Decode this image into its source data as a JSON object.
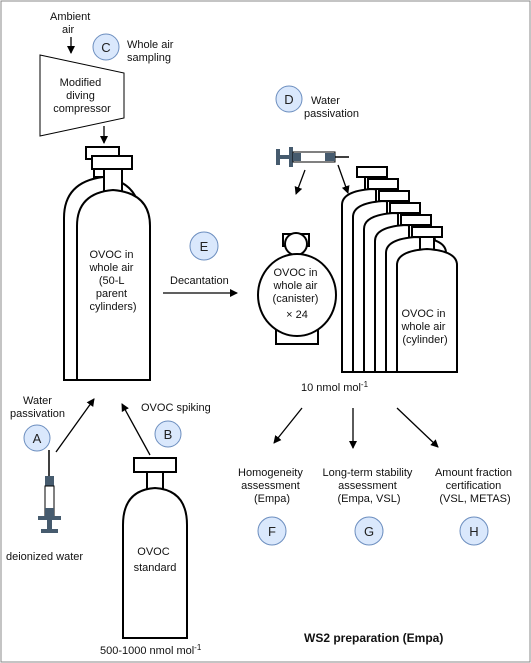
{
  "labels": {
    "ambient_air": [
      "Ambient",
      "air"
    ],
    "whole_air_sampling": [
      "Whole air",
      "sampling"
    ],
    "compressor": [
      "Modified",
      "diving",
      "compressor"
    ],
    "parent_cylinders": [
      "OVOC in",
      "whole air",
      "(50-L",
      "parent",
      "cylinders)"
    ],
    "decantation": "Decantation",
    "canister": [
      "OVOC in",
      "whole air",
      "(canister)",
      "× 24"
    ],
    "cylinder": [
      "OVOC in",
      "whole air",
      "(cylinder)"
    ],
    "water_passivation_top": [
      "Water",
      "passivation"
    ],
    "water_passivation_left": [
      "Water",
      "passivation"
    ],
    "ovoc_spiking": "OVOC spiking",
    "deionized_water": "deionized water",
    "standard": [
      "OVOC",
      "standard"
    ],
    "standard_conc": "500-1000 nmol mol",
    "standard_conc_sup": "-1",
    "ws2_conc": "10 nmol mol",
    "ws2_conc_sup": "-1",
    "homogeneity": [
      "Homogeneity",
      "assessment",
      "(Empa)"
    ],
    "longterm": [
      "Long-term stability",
      "assessment",
      "(Empa, VSL)"
    ],
    "amount_fraction": [
      "Amount fraction",
      "certification",
      "(VSL, METAS)"
    ],
    "footer_title": "WS2 preparation (Empa)"
  },
  "steps": {
    "A": "A",
    "B": "B",
    "C": "C",
    "D": "D",
    "E": "E",
    "F": "F",
    "G": "G",
    "H": "H"
  }
}
